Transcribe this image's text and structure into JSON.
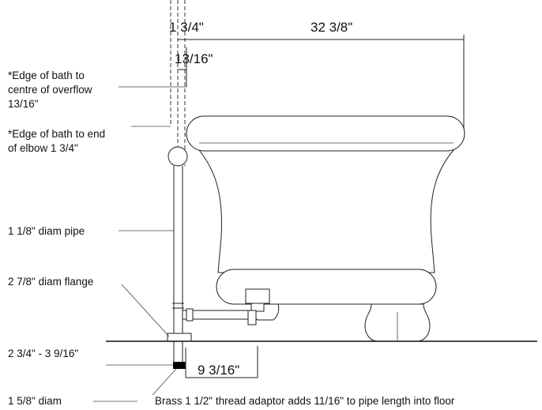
{
  "dimensions": {
    "elbow_offset": "1 3/4\"",
    "tub_length": "32 3/8\"",
    "overflow_offset": "13/16\"",
    "floor_depth": "2 3/4\" - 3 9/16\"",
    "drain_offset": "9 3/16\""
  },
  "notes": {
    "overflow_lines": [
      "*Edge of bath to",
      "centre of overflow",
      "13/16\""
    ],
    "elbow_lines": [
      "*Edge of bath to end",
      "of elbow 1 3/4\""
    ],
    "pipe": "1 1/8\" diam pipe",
    "flange": "2 7/8\" diam flange",
    "bottom_diam": "1 5/8\" diam",
    "adaptor": "Brass 1 1/2\" thread adaptor adds 11/16\" to pipe length into floor"
  }
}
